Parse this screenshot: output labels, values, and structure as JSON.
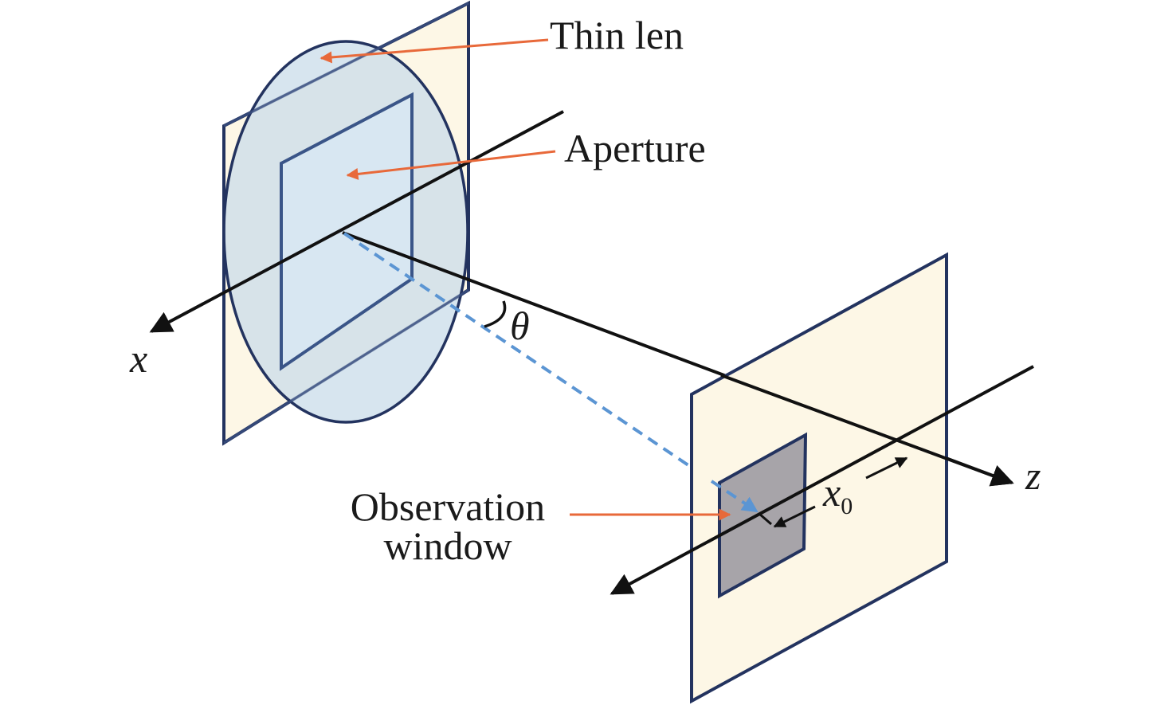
{
  "labels": {
    "thin_lens": "Thin len",
    "aperture": "Aperture",
    "observation_line1": "Observation",
    "observation_line2": "window",
    "x_axis": "x",
    "z_axis": "z",
    "theta": "θ",
    "x0_main": "x",
    "x0_sub": "0"
  },
  "colors": {
    "plane_fill": "#fdf7e6",
    "outline": "#23335f",
    "lens_fill": "#c9dcea",
    "window_fill": "#a7a4a9",
    "annotation_arrow": "#e8693a",
    "ray_dashed": "#5b95d3",
    "axis": "#111111"
  }
}
